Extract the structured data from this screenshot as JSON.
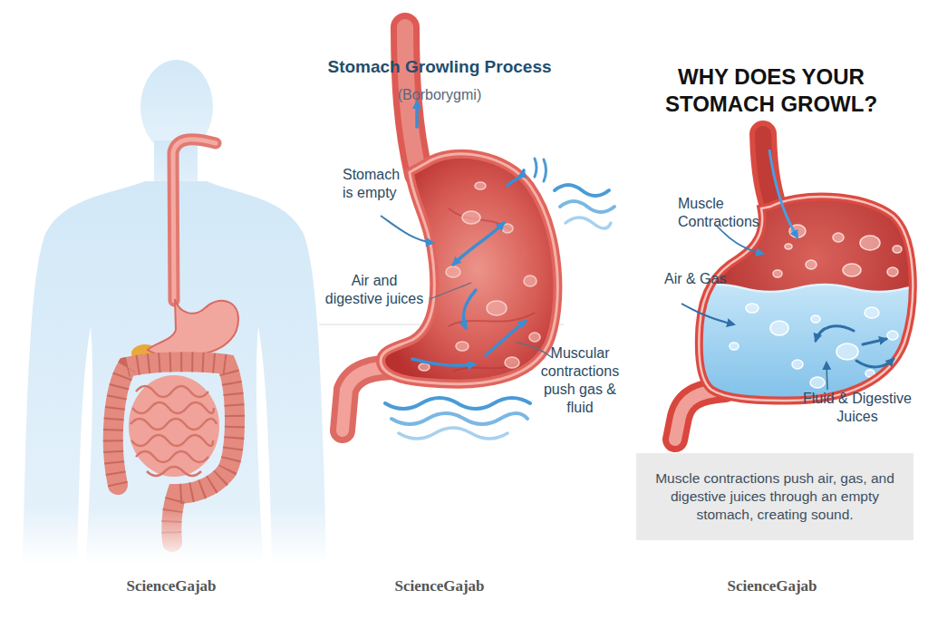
{
  "diagram": {
    "nodes": [
      {
        "text": [
          "Muscle contractions push air, gas, and digestive juices through an empty stomach, creating sound."
        ]
      }
    ],
    "labels": [
      "Stomach Growling Process",
      "(Borborygmi)",
      "Stomach is empty",
      "Air and digestive juices",
      "Muscular contractions push gas & fluid",
      "WHY DOES YOUR STOMACH GROWL?",
      "Muscle Contractions",
      "Air & Gas",
      "Fluid & Digestive Juices",
      "ScienceGajab",
      "ScienceGajab",
      "ScienceGajab"
    ]
  }
}
